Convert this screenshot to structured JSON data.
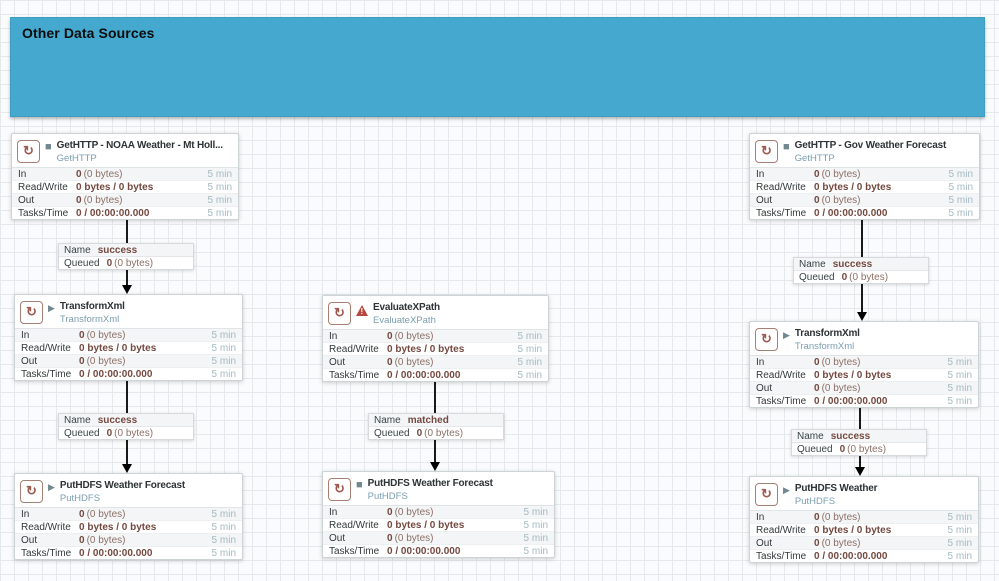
{
  "process_group": {
    "title": "Other Data Sources"
  },
  "stats": {
    "labels": {
      "in": "In",
      "read_write": "Read/Write",
      "out": "Out",
      "tasks_time": "Tasks/Time"
    },
    "values": {
      "in_count": "0",
      "in_size": "(0 bytes)",
      "read_write": "0 bytes / 0 bytes",
      "out_count": "0",
      "out_size": "(0 bytes)",
      "tasks_time": "0 / 00:00:00.000"
    },
    "window": "5 min"
  },
  "connection_labels": {
    "name_key": "Name",
    "queued_key": "Queued",
    "queued_count": "0",
    "queued_size": "(0 bytes)"
  },
  "processors": [
    {
      "title": "GetHTTP - NOAA Weather - Mt Holl...",
      "type": "GetHTTP",
      "state": "stopped",
      "state_icon": "stopped-square-icon",
      "icon": "processor-refresh-icon"
    },
    {
      "title": "GetHTTP - Gov Weather Forecast",
      "type": "GetHTTP",
      "state": "stopped",
      "state_icon": "stopped-square-icon",
      "icon": "processor-refresh-icon"
    },
    {
      "title": "TransformXml",
      "type": "TransformXml",
      "state": "running",
      "state_icon": "play-triangle-icon",
      "icon": "processor-refresh-icon"
    },
    {
      "title": "EvaluateXPath",
      "type": "EvaluateXPath",
      "state": "invalid",
      "state_icon": "invalid-warning-icon",
      "icon": "processor-refresh-icon"
    },
    {
      "title": "TransformXml",
      "type": "TransformXml",
      "state": "running",
      "state_icon": "play-triangle-icon",
      "icon": "processor-refresh-icon"
    },
    {
      "title": "PutHDFS Weather Forecast",
      "type": "PutHDFS",
      "state": "running",
      "state_icon": "play-triangle-icon",
      "icon": "processor-refresh-icon"
    },
    {
      "title": "PutHDFS Weather Forecast",
      "type": "PutHDFS",
      "state": "stopped",
      "state_icon": "stopped-square-icon",
      "icon": "processor-refresh-icon"
    },
    {
      "title": "PutHDFS Weather",
      "type": "PutHDFS",
      "state": "running",
      "state_icon": "play-triangle-icon",
      "icon": "processor-refresh-icon"
    }
  ],
  "connections": [
    {
      "name": "success"
    },
    {
      "name": "success"
    },
    {
      "name": "matched"
    },
    {
      "name": "success"
    },
    {
      "name": "success"
    }
  ],
  "colors": {
    "process_group_fill": "#44a8cf",
    "stat_value_bold": "#744940",
    "stat_window_text": "#a4bac2",
    "processor_type_text": "#7a9eb0",
    "state_icon": "#72888f",
    "invalid_warning": "#b5483e",
    "wire": "#000000"
  }
}
